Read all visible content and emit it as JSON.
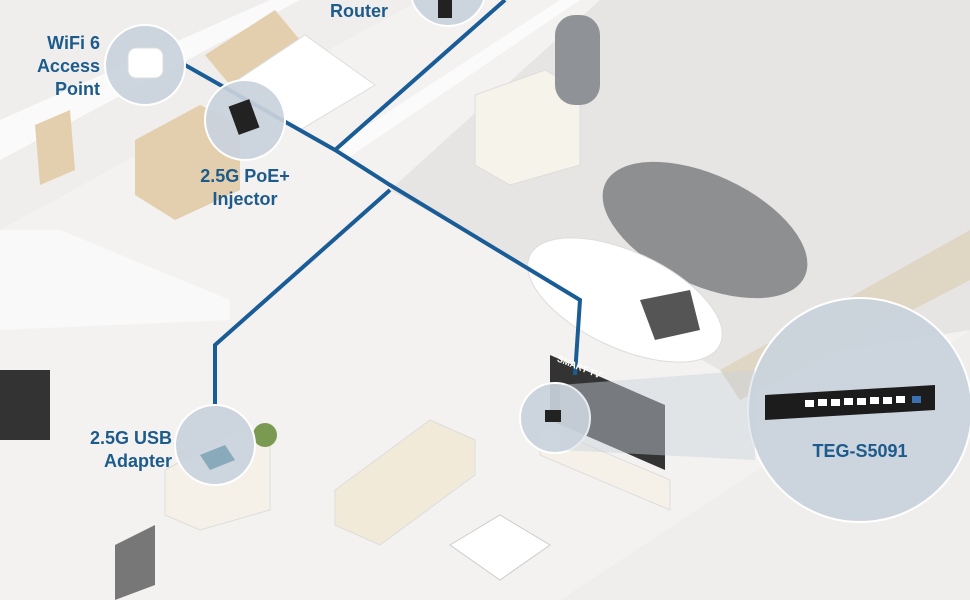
{
  "labels": {
    "router": "Router",
    "access_point": [
      "WiFi 6",
      "Access",
      "Point"
    ],
    "poe_injector": [
      "2.5G PoE+",
      "Injector"
    ],
    "usb_adapter": [
      "2.5G USB",
      "Adapter"
    ],
    "switch_model": "TEG-S5091",
    "tv_text": "SMART TV"
  },
  "colors": {
    "cable": "#1a5c96",
    "label": "#1d5b8c",
    "bubble": "#c9d3dc"
  }
}
